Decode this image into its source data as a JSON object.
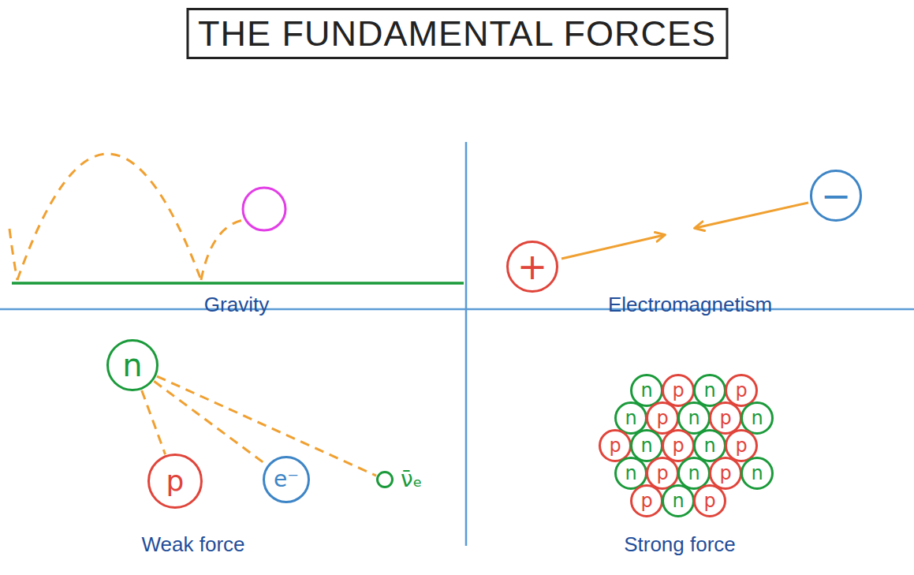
{
  "diagram": {
    "title": "THE FUNDAMENTAL FORCES",
    "nodes": [
      {
        "text": [
          "+"
        ]
      },
      {
        "text": [
          "−"
        ]
      },
      {
        "text": [
          "n"
        ]
      },
      {
        "text": [
          "p"
        ]
      },
      {
        "text": [
          "e⁻"
        ]
      },
      {
        "text": [
          "ν̄ₑ"
        ]
      },
      {
        "text": [
          "n"
        ]
      },
      {
        "text": [
          "p"
        ]
      },
      {
        "text": [
          "n"
        ]
      },
      {
        "text": [
          "p"
        ]
      },
      {
        "text": [
          "n"
        ]
      },
      {
        "text": [
          "p"
        ]
      },
      {
        "text": [
          "n"
        ]
      },
      {
        "text": [
          "p"
        ]
      },
      {
        "text": [
          "n"
        ]
      },
      {
        "text": [
          "p"
        ]
      },
      {
        "text": [
          "n"
        ]
      },
      {
        "text": [
          "p"
        ]
      },
      {
        "text": [
          "n"
        ]
      },
      {
        "text": [
          "p"
        ]
      },
      {
        "text": [
          "n"
        ]
      },
      {
        "text": [
          "p"
        ]
      },
      {
        "text": [
          "n"
        ]
      },
      {
        "text": [
          "p"
        ]
      },
      {
        "text": [
          "n"
        ]
      },
      {
        "text": [
          "p"
        ]
      },
      {
        "text": [
          "n"
        ]
      },
      {
        "text": [
          "p"
        ]
      }
    ],
    "edges": [
      {
        "from": 2,
        "to": 3,
        "arrow": "none"
      },
      {
        "from": 2,
        "to": 4,
        "arrow": "none"
      },
      {
        "from": 2,
        "to": 5,
        "arrow": "none"
      }
    ],
    "labels": [
      "Gravity",
      "Electromagnetism",
      "Weak force",
      "Strong force"
    ]
  }
}
